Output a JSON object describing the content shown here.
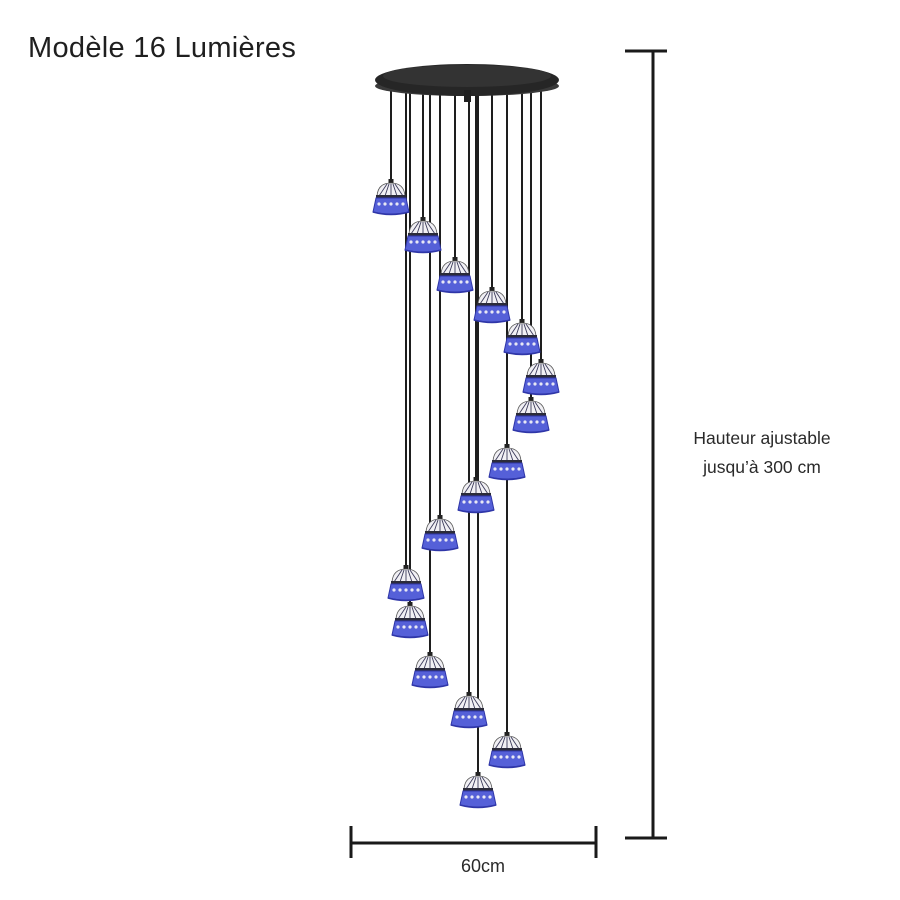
{
  "title": "Modèle 16 Lumières",
  "height_label": {
    "line1": "Hauteur ajustable",
    "line2": "jusqu’à 300 cm"
  },
  "width_label": "60cm",
  "colors": {
    "canopy": "#262626",
    "cord": "#1e1e1e",
    "shade_blue": "#5560d8",
    "shade_blue_dark": "#2f36a8",
    "shade_white": "#f1f0f4",
    "dimension_line": "#1a1a1a"
  },
  "fixture": {
    "light_count": 16,
    "icons": [
      "ceiling-canopy-icon",
      "pendant-shade-icon"
    ]
  }
}
